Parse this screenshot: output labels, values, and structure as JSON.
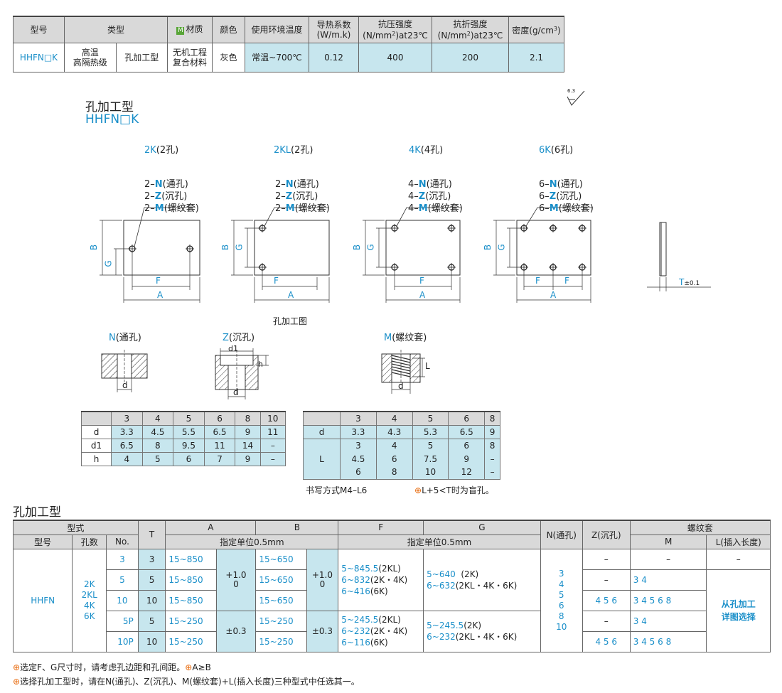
{
  "spec_table": {
    "headers": [
      "型号",
      "类型",
      "材质",
      "颜色",
      "使用环境温度",
      "导热系数",
      "(W/m.k)",
      "抗压强度",
      "(N/mm",
      ")at23℃",
      "抗折强度",
      "(N/mm",
      ")at23℃",
      "密度(g/cm",
      "3",
      ")",
      "2",
      "2"
    ],
    "material_icon": "M",
    "row": {
      "model": "HHFN□K",
      "type1": "高温",
      "type1b": "高隔热级",
      "type2": "孔加工型",
      "material1": "无机工程",
      "material2": "复合材料",
      "color": "灰色",
      "temp": "常温~700℃",
      "conductivity": "0.12",
      "compressive": "400",
      "flexural": "200",
      "density": "2.1"
    }
  },
  "roughness": "6.3",
  "section1": {
    "title": "孔加工型",
    "code": "HHFN□K"
  },
  "variants": [
    {
      "code": "2K",
      "holes": "(2孔)",
      "n": "2–",
      "z": "2–",
      "m": "2–"
    },
    {
      "code": "2KL",
      "holes": "(2孔)",
      "n": "2–",
      "z": "2–",
      "m": "2–"
    },
    {
      "code": "4K",
      "holes": "(4孔)",
      "n": "4–",
      "z": "4–",
      "m": "4–"
    },
    {
      "code": "6K",
      "holes": "(6孔)",
      "n": "6–",
      "z": "6–",
      "m": "6–"
    }
  ],
  "callout_labels": {
    "n_letter": "N",
    "n_text": "(通孔)",
    "z_letter": "Z",
    "z_text": "(沉孔)",
    "m_letter": "M",
    "m_text": "(螺纹套)"
  },
  "dim_labels": {
    "A": "A",
    "B": "B",
    "F": "F",
    "G": "G",
    "T": "T",
    "tol": "±0.1"
  },
  "hole_detail": {
    "title": "孔加工图",
    "n_title": "N",
    "n_text": "(通孔)",
    "z_title": "Z",
    "z_text": "(沉孔)",
    "m_title": "M",
    "m_text": "(螺纹套)",
    "d": "d",
    "d1": "d1",
    "h": "h",
    "L": "L"
  },
  "z_table": {
    "cols": [
      "3",
      "4",
      "5",
      "6",
      "8",
      "10"
    ],
    "rows": [
      {
        "label": "d",
        "vals": [
          "3.3",
          "4.5",
          "5.5",
          "6.5",
          "9",
          "11"
        ]
      },
      {
        "label": "d1",
        "vals": [
          "6.5",
          "8",
          "9.5",
          "11",
          "14",
          "–"
        ]
      },
      {
        "label": "h",
        "vals": [
          "4",
          "5",
          "6",
          "7",
          "9",
          "–"
        ]
      }
    ]
  },
  "m_table": {
    "cols": [
      "3",
      "4",
      "5",
      "6",
      "8"
    ],
    "d_label": "d",
    "d_vals": [
      "3.3",
      "4.3",
      "5.3",
      "6.5",
      "9"
    ],
    "l_label": "L",
    "l_rows": [
      [
        "3",
        "4",
        "5",
        "6",
        "8"
      ],
      [
        "4.5",
        "6",
        "7.5",
        "9",
        "–"
      ],
      [
        "6",
        "8",
        "10",
        "12",
        "–"
      ]
    ],
    "note1": "书写方式M4–L6",
    "note2": "L+5<T时为盲孔。"
  },
  "section2": {
    "title": "孔加工型"
  },
  "main_table": {
    "h_type": "型式",
    "h_t": "T",
    "h_a": "A",
    "h_b": "B",
    "h_f": "F",
    "h_g": "G",
    "h_n": "N(通孔)",
    "h_z": "Z(沉孔)",
    "h_thread": "螺纹套",
    "h_model": "型号",
    "h_holes": "孔数",
    "h_no": "No.",
    "h_unit_ab": "指定单位0.5mm",
    "h_unit_fg": "指定单位0.5mm",
    "h_m": "M",
    "h_l": "L(插入长度)",
    "model": "HHFN",
    "holes": [
      "2K",
      "2KL",
      "4K",
      "6K"
    ],
    "rows": [
      {
        "no": "3",
        "t": "3",
        "a": "15~850",
        "b": "15~650",
        "z": "–",
        "m": "–",
        "l": "–"
      },
      {
        "no": "5",
        "t": "5",
        "a": "15~850",
        "b": "15~650",
        "z": "–",
        "m": "3  4"
      },
      {
        "no": "10",
        "t": "10",
        "a": "15~850",
        "b": "15~650",
        "z": "4  5  6",
        "m": "3  4  5  6  8"
      },
      {
        "no": "5P",
        "t": "5",
        "a": "15~250",
        "b": "15~250",
        "z": "–",
        "m": "3  4"
      },
      {
        "no": "10P",
        "t": "10",
        "a": "15~250",
        "b": "15~250",
        "z": "4  5  6",
        "m": "3  4  5  6  8"
      }
    ],
    "tol1_a": "+1.0",
    "tol1_b": "0",
    "tol2": "±0.3",
    "f1": [
      "5~845.5",
      "(2KL)",
      "6~832",
      "(2K・4K)",
      "6~416",
      "(6K)"
    ],
    "g1": [
      "5~640",
      "(2K)",
      "6~632",
      "(2KL・4K・6K)"
    ],
    "f2": [
      "5~245.5",
      "(2KL)",
      "6~232",
      "(2K・4K)",
      "6~116",
      "(6K)"
    ],
    "g2": [
      "5~245.5",
      "(2K)",
      "6~232",
      "(2KL・4K・6K)"
    ],
    "n_vals": [
      "3",
      "4",
      "5",
      "6",
      "8",
      "10"
    ],
    "l_select": [
      "从孔加工",
      "详图选择"
    ]
  },
  "footnotes": {
    "line1": "选定F、G尺寸时，请考虑孔边距和孔间距。",
    "line1b": "A≥B",
    "line2": "选择孔加工型时，请在N(通孔)、Z(沉孔)、M(螺纹套)+L(插入长度)三种型式中任选其一。"
  },
  "colors": {
    "accent": "#1a8fc9",
    "cell_blue": "#c7e6ee",
    "header_gray": "#d9d9d9",
    "note_orange": "#e86a0c",
    "logo_green": "#58a537"
  }
}
